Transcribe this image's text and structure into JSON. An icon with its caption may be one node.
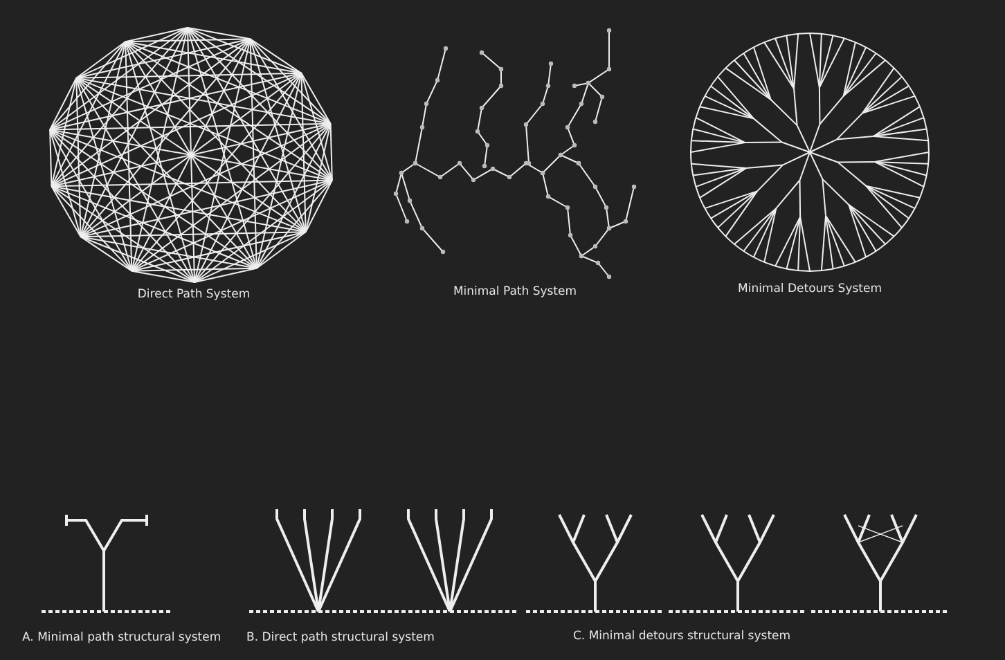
{
  "diagram": {
    "labels": [
      "Direct Path System",
      "Minimal Path System",
      "Minimal Detours System",
      "A. Minimal path structural system",
      "B. Direct path structural system",
      "C. Minimal detours structural system"
    ]
  }
}
